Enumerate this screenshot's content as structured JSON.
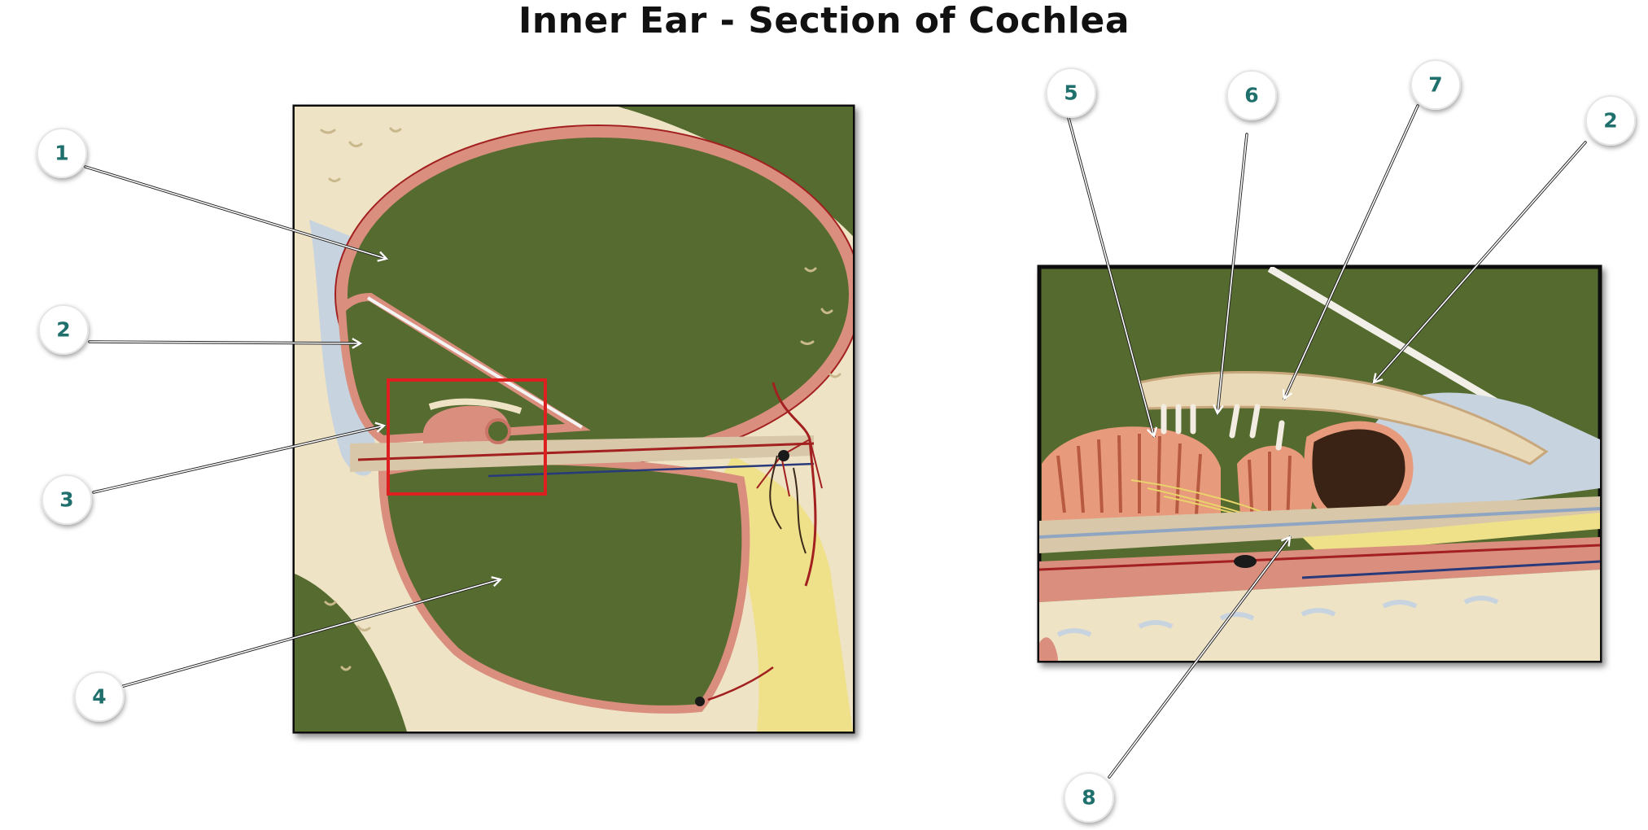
{
  "title": "Inner Ear - Section of Cochlea",
  "colors": {
    "background_green": "#556b2f",
    "bone": "#efe3c6",
    "membrane_pink": "#d98e7e",
    "vessel_red": "#a32020",
    "nerve_yellow": "#efe08a",
    "ligament_blue": "#c7d3df",
    "callout_number": "#1f6f6c",
    "highlight_box": "#dd1f1f"
  },
  "callouts": [
    {
      "number": "1"
    },
    {
      "number": "2"
    },
    {
      "number": "3"
    },
    {
      "number": "4"
    },
    {
      "number": "5"
    },
    {
      "number": "6"
    },
    {
      "number": "7"
    },
    {
      "number": "2"
    },
    {
      "number": "8"
    }
  ]
}
